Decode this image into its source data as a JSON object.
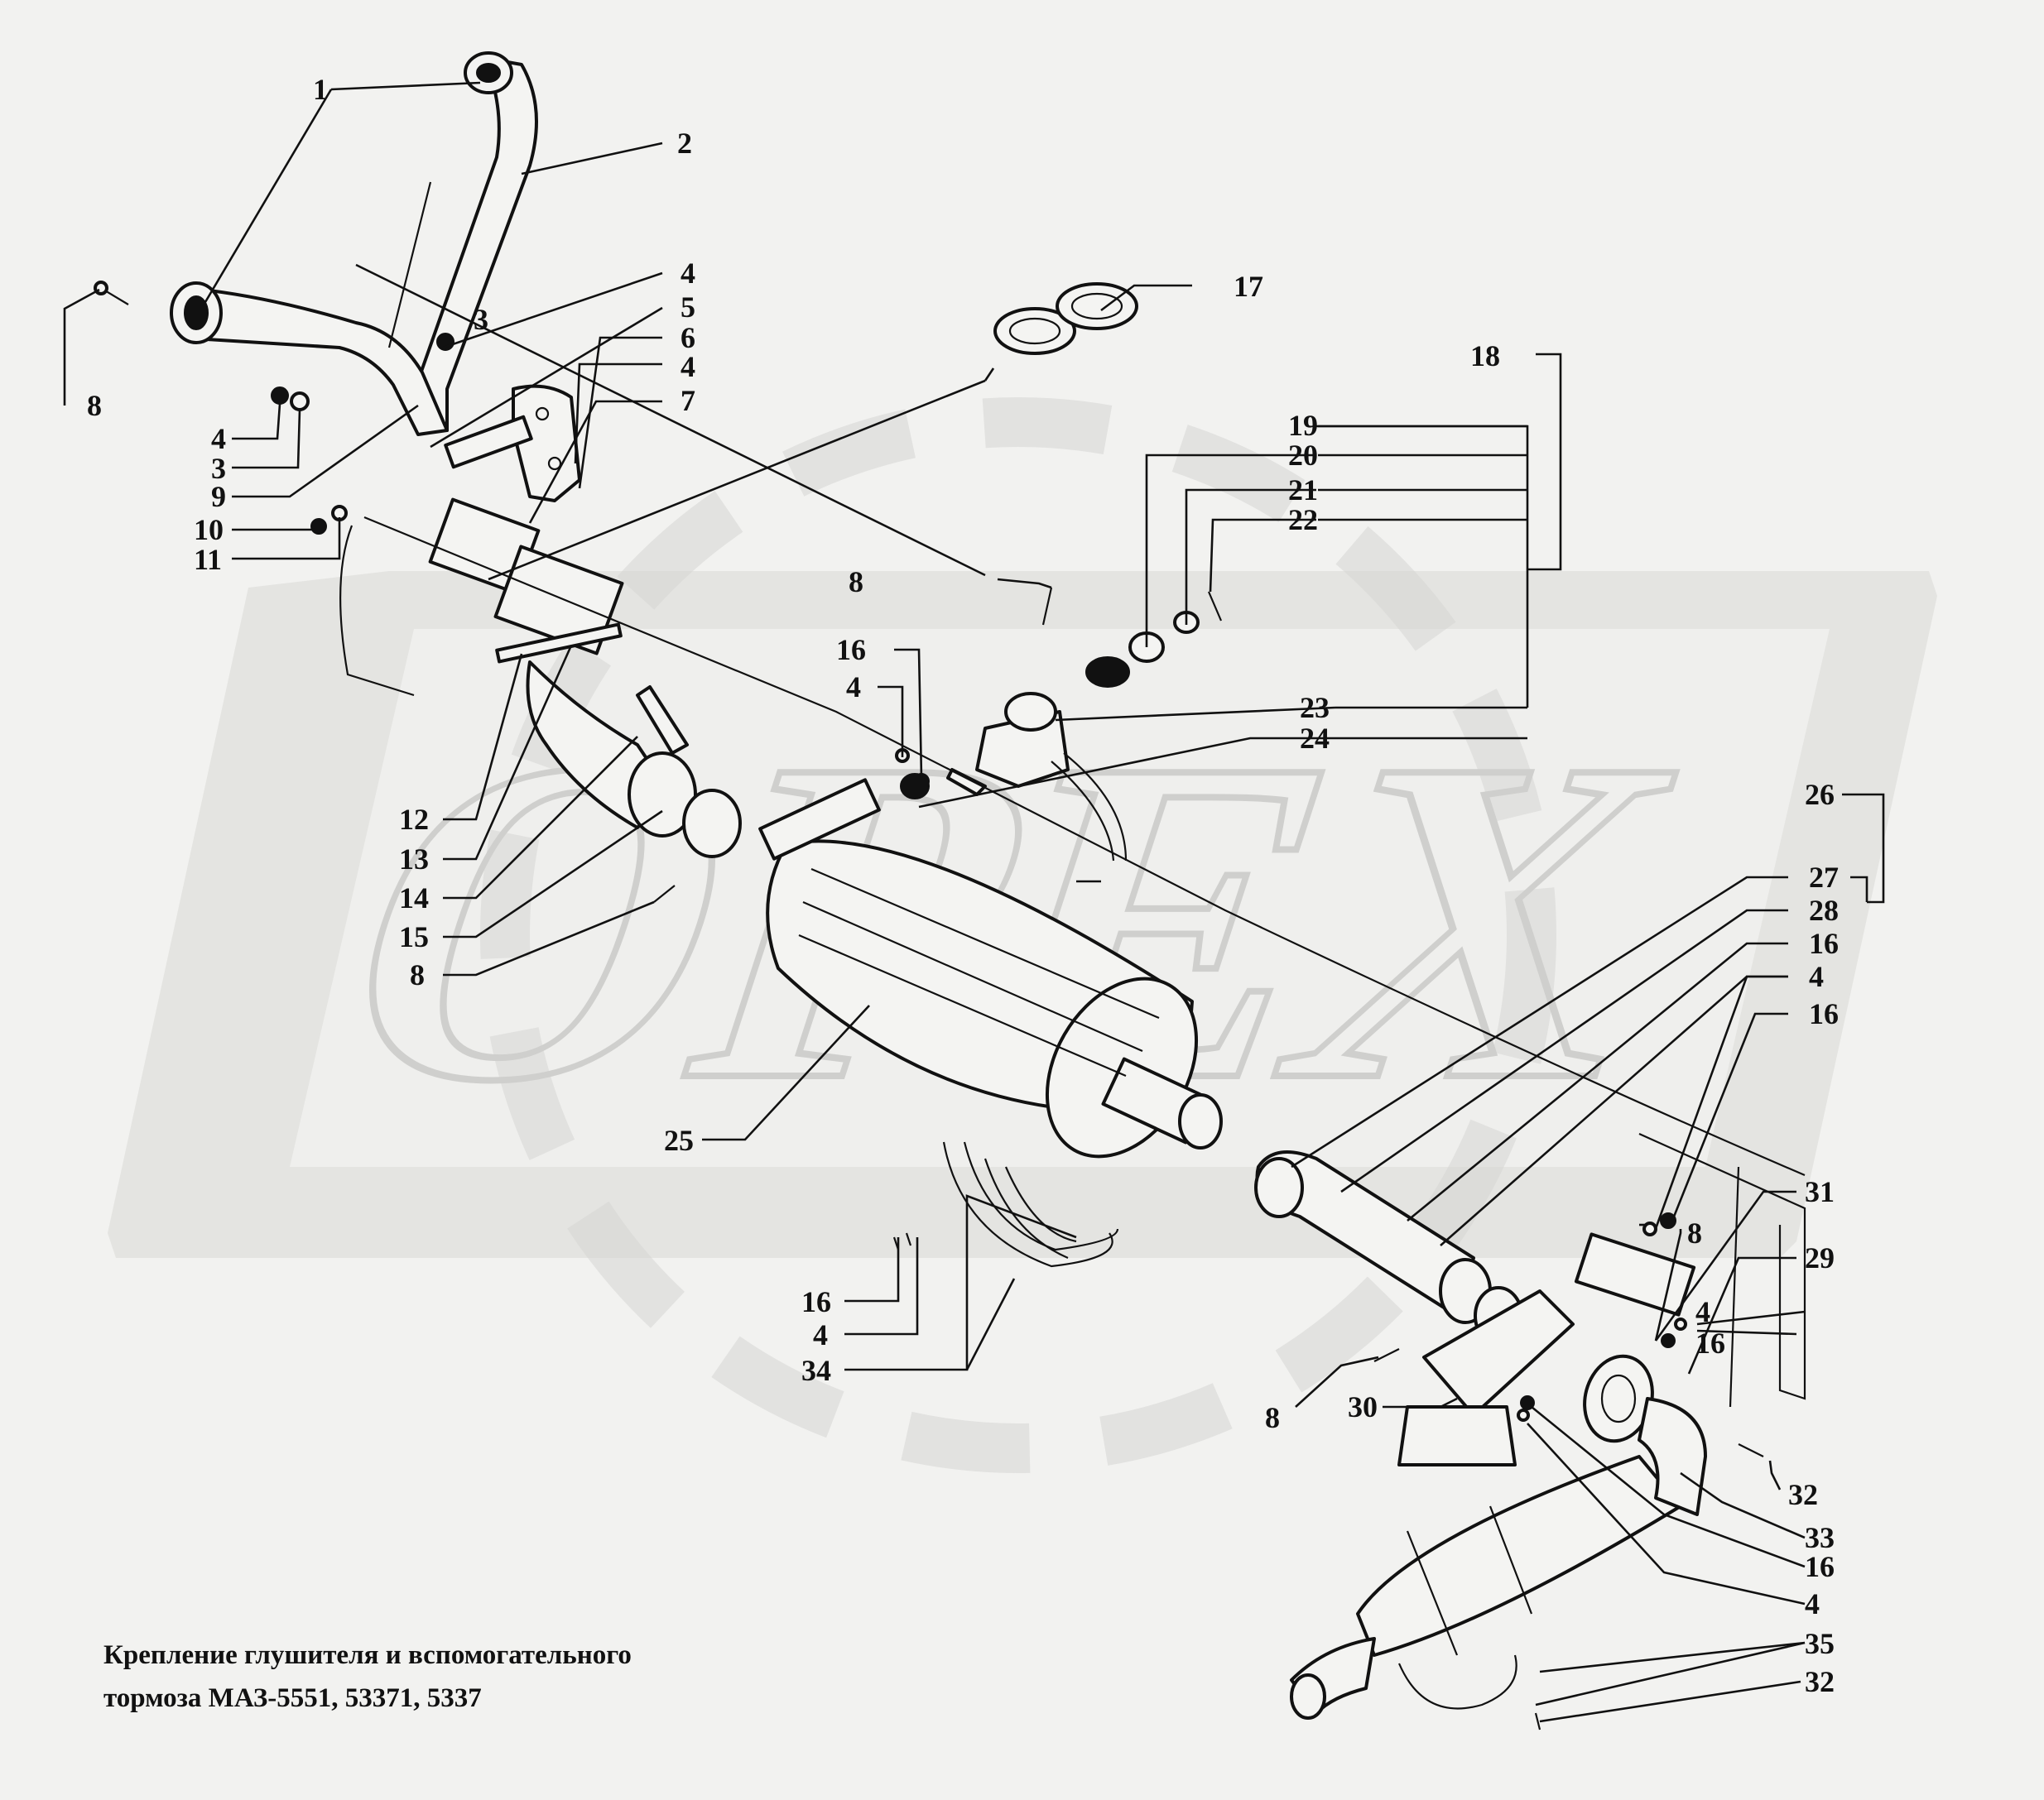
{
  "title": {
    "line1": "Крепление глушителя и вспомогательного",
    "line2": "тормоза МАЗ-5551, 53371, 5337"
  },
  "watermark": {
    "text": "OPEX",
    "color": "#dcdcda"
  },
  "callouts": [
    "1",
    "2",
    "4",
    "3",
    "5",
    "6",
    "4",
    "7",
    "8",
    "4",
    "3",
    "9",
    "10",
    "11",
    "17",
    "18",
    "19",
    "20",
    "21",
    "22",
    "8",
    "16",
    "4",
    "23",
    "24",
    "12",
    "13",
    "14",
    "15",
    "8",
    "25",
    "26",
    "27",
    "28",
    "16",
    "4",
    "16",
    "31",
    "8",
    "29",
    "4",
    "16",
    "16",
    "4",
    "34",
    "8",
    "30",
    "32",
    "33",
    "16",
    "4",
    "35",
    "32"
  ]
}
